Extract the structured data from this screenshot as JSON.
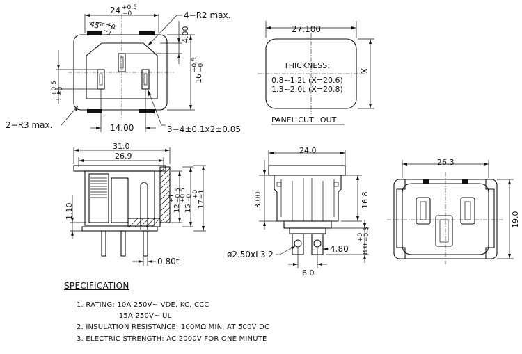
{
  "top_left_view": {
    "dim_width": "24",
    "dim_width_tol_upper": "+0.5",
    "dim_width_tol_lower": "−0",
    "dim_angle": "45°",
    "dim_angle_tol_upper": "+0",
    "dim_angle_tol_lower": "−1",
    "corner_note": "4−R2 max.",
    "dim_top_pin": "4.00",
    "dim_height": "16",
    "dim_height_tol_upper": "+0.5",
    "dim_height_tol_lower": "−0",
    "dim_left": "3",
    "dim_left_tol_upper": "+0.5",
    "dim_left_tol_lower": "−0",
    "radius_note": "2−R3 max.",
    "dim_pin_spacing": "14.00",
    "pin_note": "3−4±0.1x2±0.05"
  },
  "panel_cutout": {
    "dim_width": "27.100",
    "dim_x": "X",
    "thickness_title": "THICKNESS:",
    "thickness_row1_range": "0.8~1.2t",
    "thickness_row1_value": "(X=20.6)",
    "thickness_row2_range": "1.3~2.0t",
    "thickness_row2_value": "(X=20.8)",
    "label": "PANEL CUT−OUT"
  },
  "side_view": {
    "dim_overall": "31.0",
    "dim_inner": "26.9",
    "dim_flange": "1.10",
    "dim_12": "12",
    "dim_12_tol_upper": "+1",
    "dim_12_tol_lower": "−0.5",
    "dim_15": "15",
    "dim_15_tol_upper": "+0.5",
    "dim_15_tol_lower": "−0",
    "dim_17": "17",
    "dim_17_tol_upper": "+0",
    "dim_17_tol_lower": "−1",
    "dim_thickness": "0.80t"
  },
  "front_view": {
    "dim_width": "24.0",
    "dim_flange": "3.00",
    "dim_height": "16.8",
    "dim_pin_length": "8.0",
    "dim_pin_length_tol_upper": "+0",
    "dim_pin_length_tol_lower": "−0.3",
    "dim_hole": "ø2.50xL3.2",
    "dim_pin_width": "4.80",
    "dim_pin_pitch": "6.0"
  },
  "rear_view": {
    "dim_width": "26.3",
    "dim_height": "19.0"
  },
  "specification": {
    "title": "SPECIFICATION",
    "line1": "1. RATING: 10A 250V~ VDE, KC, CCC",
    "line2": "                  15A 250V~ UL",
    "line3": "2. INSULATION RESISTANCE: 100MΩ MIN, AT 500V DC",
    "line4": "3. ELECTRIC STRENGTH: AC 2000V FOR ONE MINUTE"
  }
}
